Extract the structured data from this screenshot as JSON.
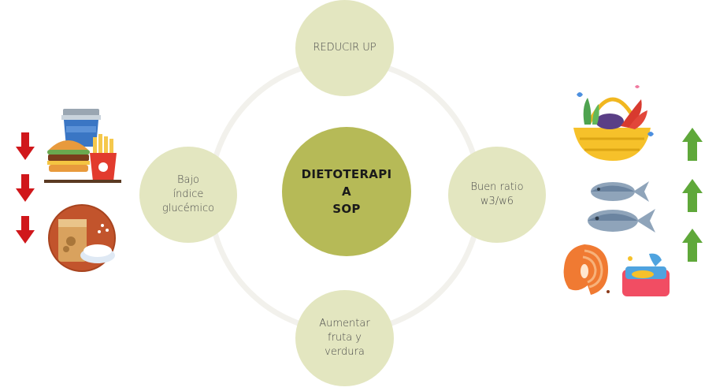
{
  "diagram": {
    "center": {
      "label": "DIETOTERAPI\nA\nSOP"
    },
    "nodes": {
      "top": "REDUCIR UP",
      "right": "Buen ratio\nw3/w6",
      "bottom": "Aumentar\nfruta y\nverdura",
      "left": "Bajo\níndice\nglucémico"
    }
  },
  "left_panel": {
    "arrow_color": "#d0171b",
    "arrow_direction": "down",
    "icons": [
      "fast-food-icon",
      "grains-icon"
    ]
  },
  "right_panel": {
    "arrow_color": "#5fa83a",
    "arrow_direction": "up",
    "icons": [
      "vegetable-basket-icon",
      "fish-icon",
      "fish-icon",
      "salmon-steak-icon",
      "canned-fish-icon"
    ]
  },
  "colors": {
    "node_fill": "#e3e6c0",
    "center_fill": "#b6ba57",
    "ring": "#f2f1ec"
  }
}
